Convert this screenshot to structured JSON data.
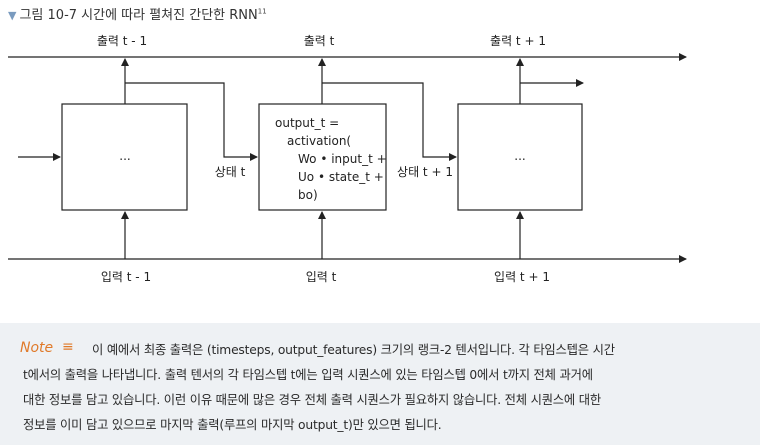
{
  "caption": {
    "chevron_icon": "chevron-down-icon",
    "text": "그림 10-7 시간에 따라 펼쳐진 간단한 RNN",
    "footnote": "11"
  },
  "diagram": {
    "outputs": [
      "출력 t - 1",
      "출력 t",
      "출력 t + 1"
    ],
    "inputs": [
      "입력 t - 1",
      "입력 t",
      "입력 t + 1"
    ],
    "states": [
      "상태 t",
      "상태 t + 1"
    ],
    "left_cell": "...",
    "right_cell": "...",
    "center_cell": [
      "output_t =",
      "activation(",
      "Wo • input_t +",
      "Uo • state_t +",
      "bo)"
    ]
  },
  "note": {
    "label": "Note",
    "icon": "lines-icon",
    "lines": [
      "이 예에서 최종 출력은 (timesteps, output_features) 크기의 랭크-2 텐서입니다. 각 타임스텝은 시간",
      "t에서의 출력을 나타냅니다. 출력 텐서의 각 타임스텝 t에는 입력 시퀀스에 있는 타임스텝 0에서 t까지 전체 과거에",
      "대한 정보를 담고 있습니다. 이런 이유 때문에 많은 경우 전체 출력 시퀀스가 필요하지 않습니다. 전체 시퀀스에 대한",
      "정보를 이미 담고 있으므로 마지막 출력(루프의 마지막 output_t)만 있으면 됩니다."
    ]
  }
}
